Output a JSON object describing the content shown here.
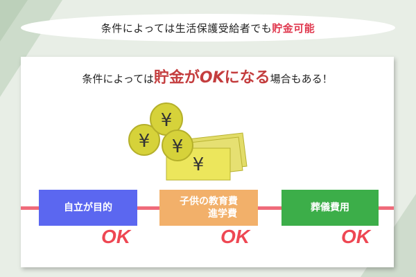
{
  "banner": {
    "text_prefix": "条件によっては生活保護受給者でも",
    "text_highlight": "貯金可能"
  },
  "headline": {
    "prefix": "条件によっては",
    "emph_1": "貯金が",
    "emph_ok": "OK",
    "emph_2": "になる",
    "suffix": "場合もある！"
  },
  "illustration": {
    "coin_symbol": "¥",
    "bill_symbol": "¥"
  },
  "items": [
    {
      "label_line1": "自立が目的",
      "label_line2": "",
      "ok": "OK",
      "color": "#5b67f0"
    },
    {
      "label_line1": "子供の教育費",
      "label_line2": "進学費",
      "ok": "OK",
      "color": "#f2b06a"
    },
    {
      "label_line1": "葬儀費用",
      "label_line2": "",
      "ok": "OK",
      "color": "#3cae49"
    }
  ],
  "colors": {
    "accent_red": "#e0394f",
    "line": "#ef6b7a",
    "coin": "#d6d23a"
  }
}
